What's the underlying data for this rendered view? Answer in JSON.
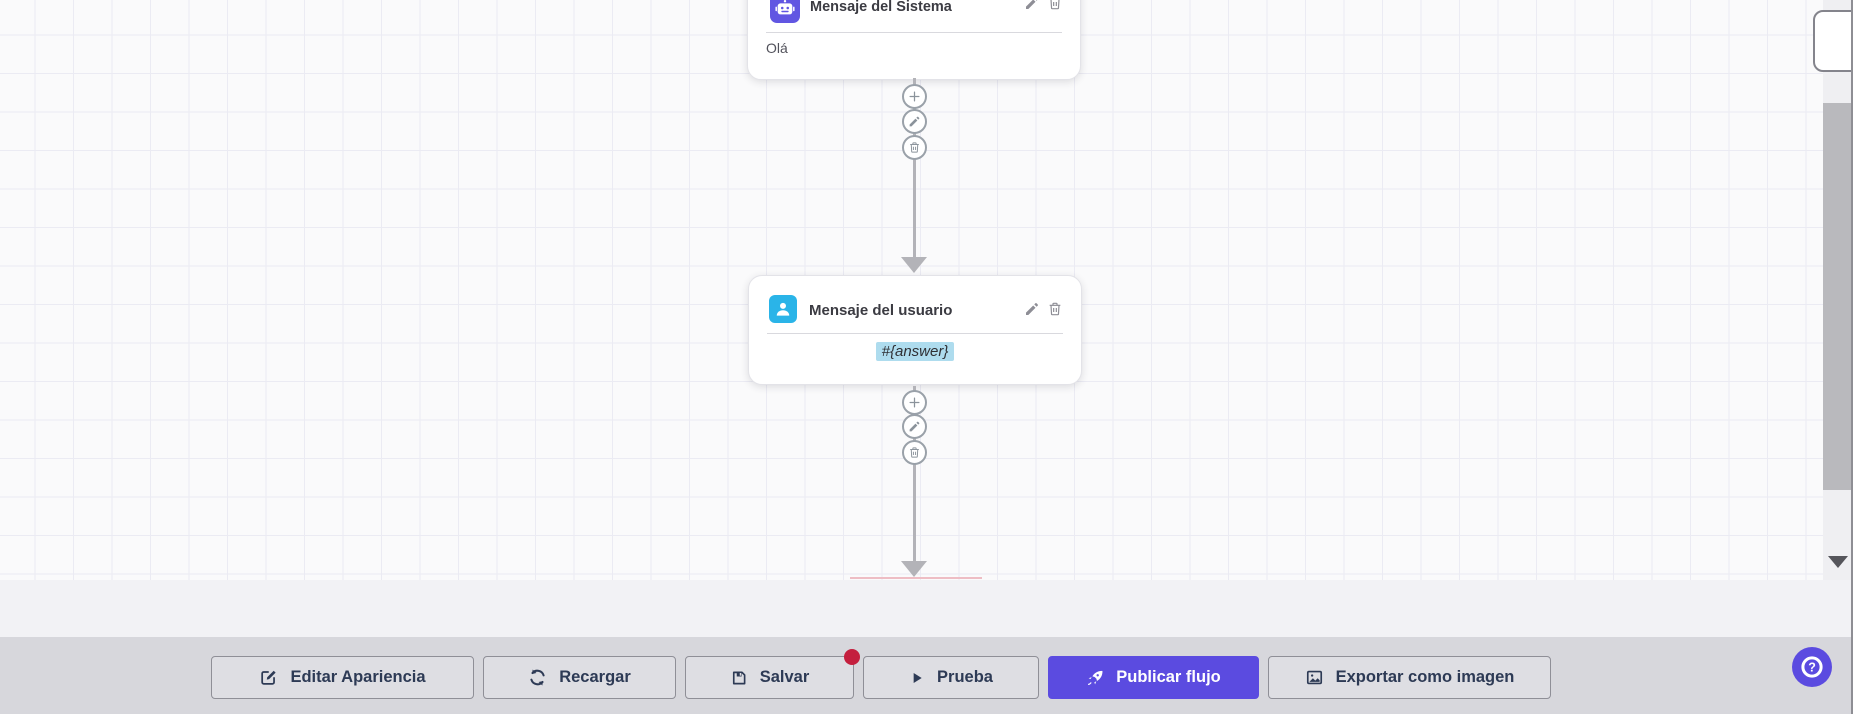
{
  "canvas": {
    "nodes": [
      {
        "icon": "robot-icon",
        "title": "Mensaje del Sistema",
        "content": "Olá"
      },
      {
        "icon": "user-icon",
        "title": "Mensaje del usuario",
        "content": "#{answer}"
      }
    ]
  },
  "toolbar": {
    "buttons": [
      {
        "id": "edit-appearance",
        "icon": "edit-square-icon",
        "label": "Editar Apariencia"
      },
      {
        "id": "reload",
        "icon": "refresh-icon",
        "label": "Recargar"
      },
      {
        "id": "save",
        "icon": "save-icon",
        "label": "Salvar",
        "has_badge": true
      },
      {
        "id": "test",
        "icon": "play-icon",
        "label": "Prueba"
      },
      {
        "id": "publish",
        "icon": "rocket-icon",
        "label": "Publicar flujo",
        "primary": true
      },
      {
        "id": "export",
        "icon": "image-icon",
        "label": "Exportar como imagen"
      }
    ]
  },
  "help_button": {
    "icon": "question-mark-icon"
  },
  "colors": {
    "accent_purple": "#5b4be0",
    "system_icon_purple": "#6156e2",
    "user_icon_cyan": "#2ab4e8",
    "badge_red": "#c41f3e",
    "chip_highlight": "#aedcee"
  }
}
